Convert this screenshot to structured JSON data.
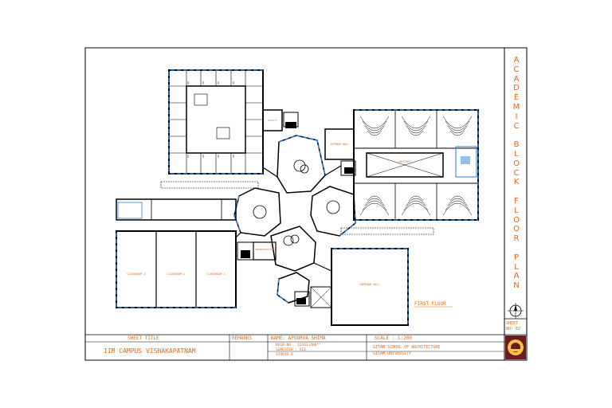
{
  "sheet": {
    "vertical_title": "ACADEMIC BLOCK FLOOR PLAN",
    "sheet_no_label": "SHEET",
    "sheet_no": "NO: 02",
    "floor_label": "FIRST FLOOR"
  },
  "title_block": {
    "sheet_title_header": "SHEET TITLE",
    "sheet_title": "IIM CAMPUS VISHAKAPATNAM",
    "remarks_header": "REMARKS",
    "name_header": "NAME: APOORVA SHIMA",
    "scale_header": "SCALE : 1:200",
    "regd": "REGD NO : 121631400**",
    "semester": "SEMESTER : VII",
    "studio": "STUDIO 8",
    "school": "GITAM SCHOOL OF ARCHITECTURE",
    "university": "GITAM UNIVERSITY"
  },
  "rooms": {
    "classroom_1": "CLASSROOM 1",
    "classroom_2": "CLASSROOM 2",
    "classroom_3": "CLASSROOM 3",
    "seminar_hall": "SEMINAR HALL",
    "seminar_hall_2": "SEMINAR HALL",
    "history": "HISTORY",
    "faculty": "FACULTY",
    "admin": "ADMINISTRATION"
  },
  "colors": {
    "line": "#000000",
    "accent": "#e06a1a",
    "window": "#2a7fd4",
    "door": "#c040c0",
    "label": "#b51a1a"
  }
}
